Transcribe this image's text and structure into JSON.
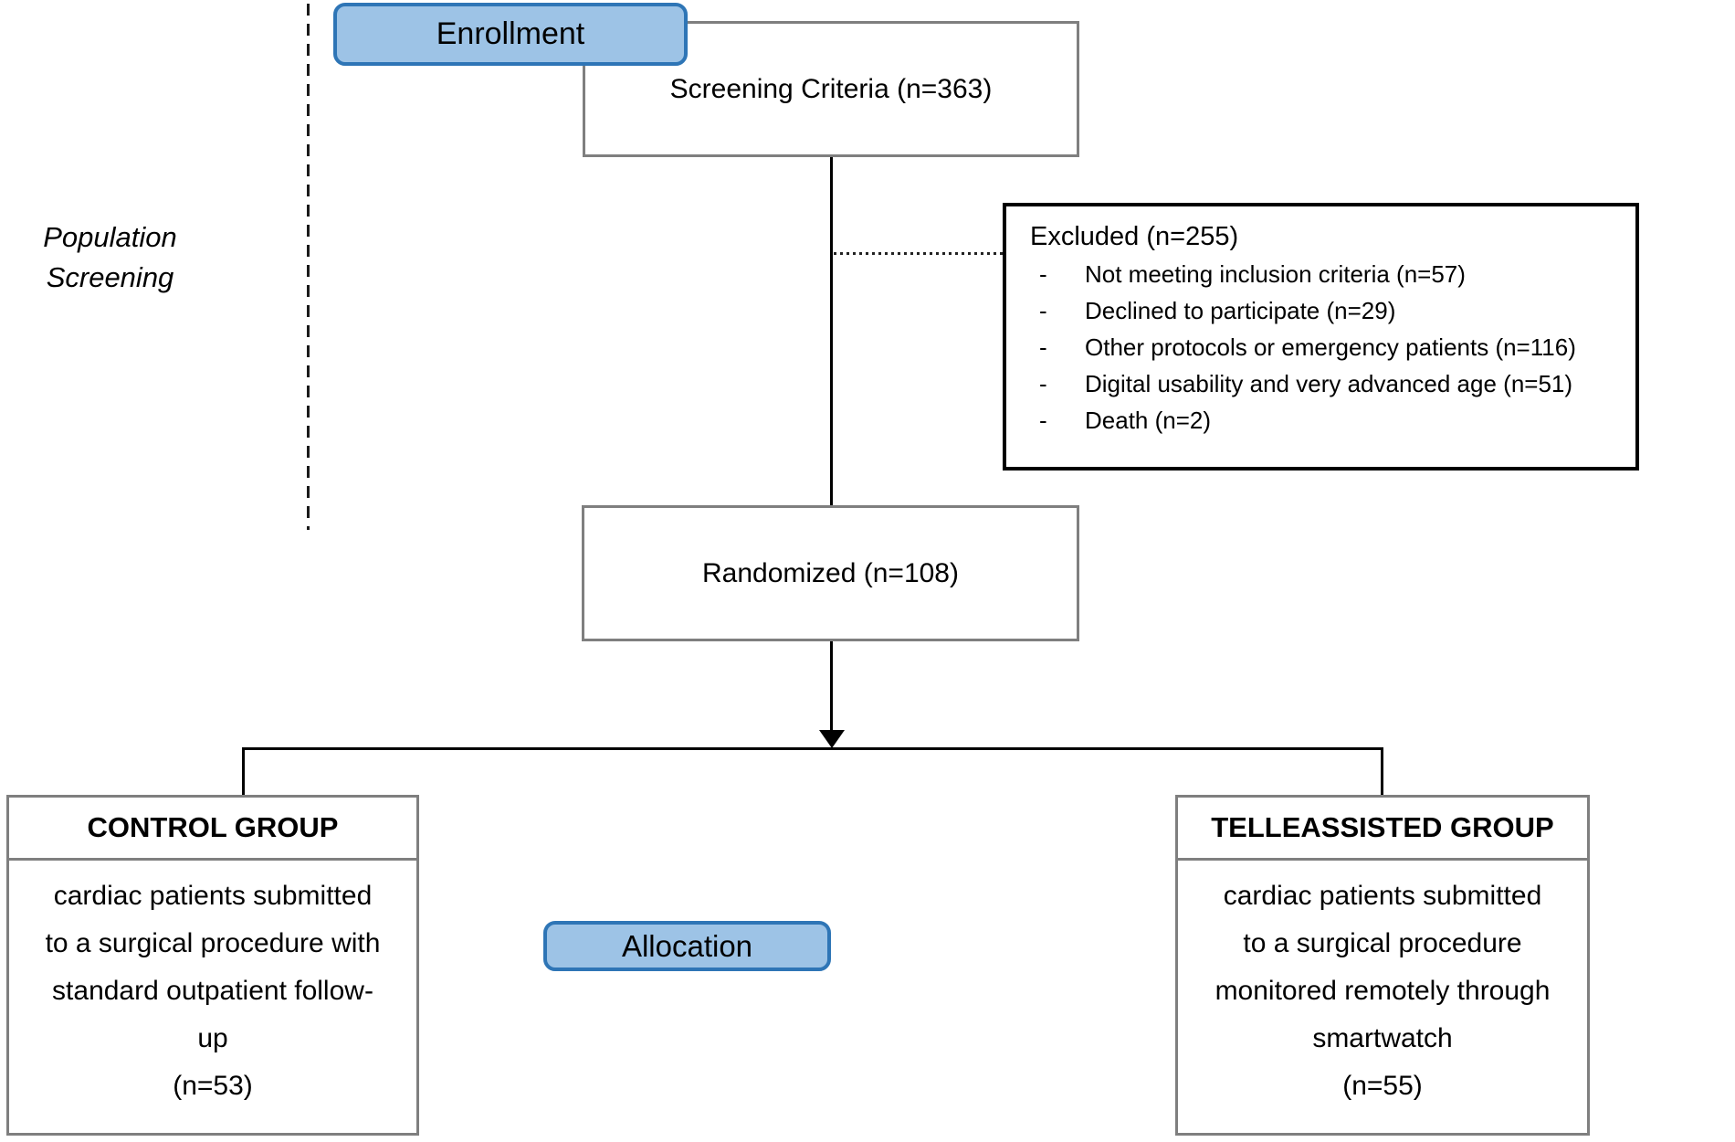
{
  "phases": {
    "enrollment": "Enrollment",
    "allocation": "Allocation"
  },
  "side_label": {
    "line1": "Population",
    "line2": "Screening"
  },
  "boxes": {
    "screening": {
      "text": "Screening Criteria (n=363)"
    },
    "excluded": {
      "title": "Excluded (n=255)",
      "bullet": "-",
      "items": [
        "Not meeting inclusion criteria (n=57)",
        "Declined to participate (n=29)",
        "Other protocols or emergency patients (n=116)",
        "Digital usability and very advanced age (n=51)",
        "Death (n=2)"
      ]
    },
    "randomized": {
      "text": "Randomized (n=108)"
    },
    "control": {
      "title": "CONTROL GROUP",
      "lines": [
        "cardiac patients submitted",
        "to a surgical procedure with",
        "standard outpatient follow-",
        "up",
        "(n=53)"
      ]
    },
    "teleassisted": {
      "title": "TELLEASSISTED GROUP",
      "lines": [
        "cardiac patients submitted",
        "to a surgical procedure",
        "monitored remotely through",
        "smartwatch",
        "(n=55)"
      ]
    }
  },
  "colors": {
    "button_fill": "#9DC3E6",
    "button_border": "#2E75B6",
    "box_border": "#7F7F7F",
    "excluded_border": "#000000"
  }
}
